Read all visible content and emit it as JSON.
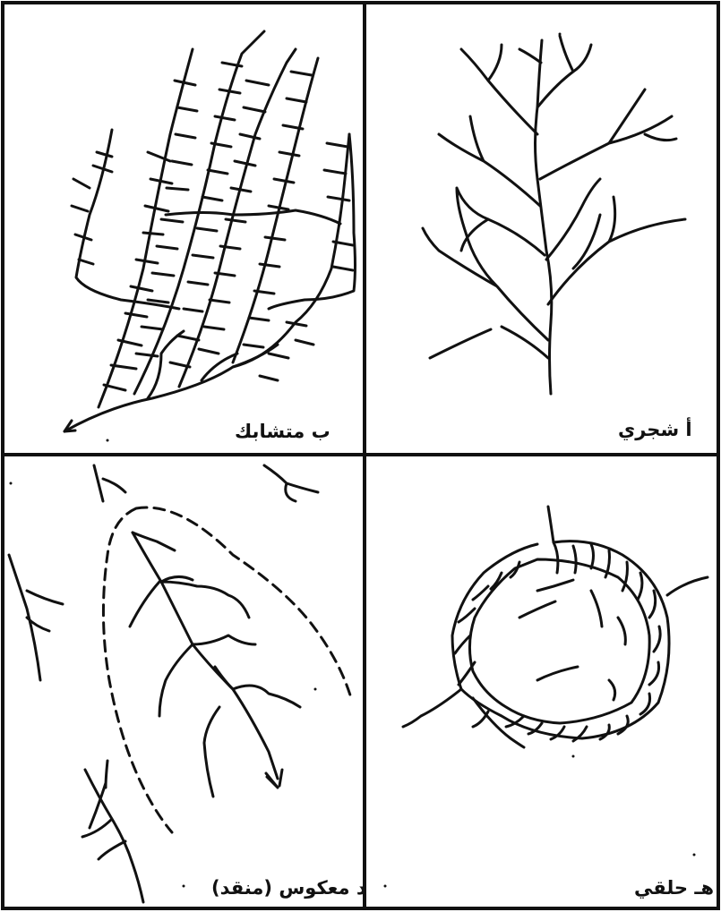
{
  "figure": {
    "panels": [
      {
        "id": "parallel",
        "label": "ب متشابك"
      },
      {
        "id": "dendritic",
        "label": "أ شجري"
      },
      {
        "id": "reversed",
        "label": "د معكوس (منقد)"
      },
      {
        "id": "annular",
        "label": "هـ حلقي"
      }
    ]
  }
}
